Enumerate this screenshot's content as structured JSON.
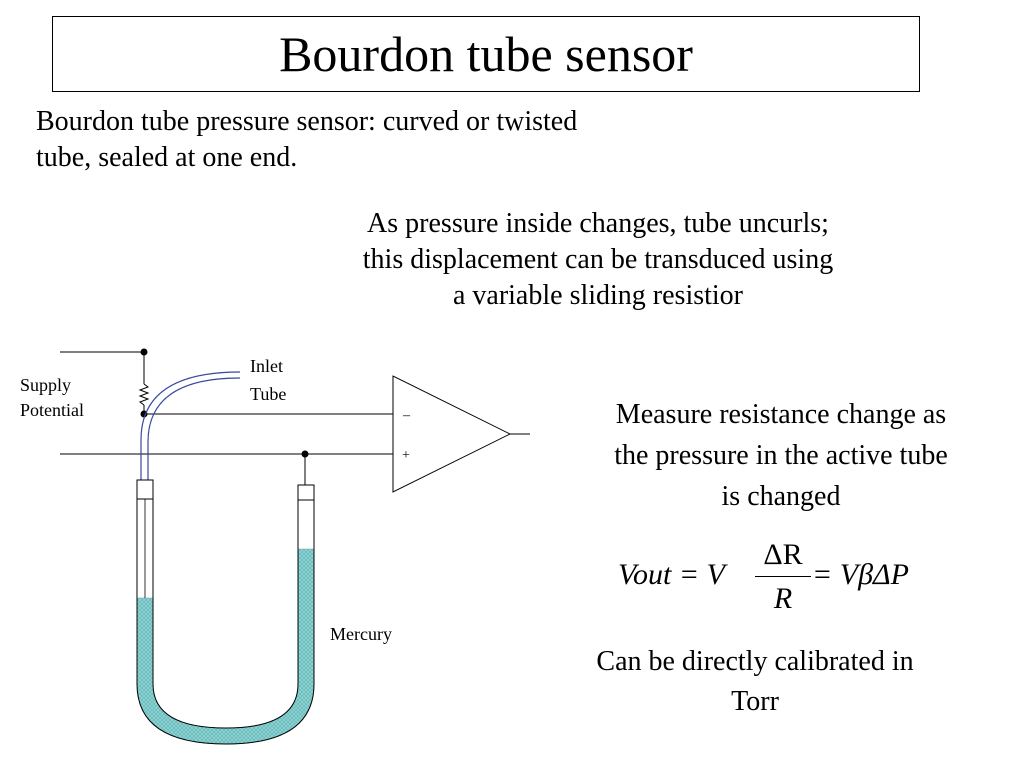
{
  "slide": {
    "title": "Bourdon tube sensor",
    "text1": [
      "Bourdon tube pressure sensor: curved or twisted",
      "tube, sealed at one end."
    ],
    "text2": [
      "As pressure inside changes, tube uncurls;",
      "this displacement can be transduced using",
      "a variable sliding resistior"
    ],
    "text3": [
      "Measure resistance change as",
      "the pressure in the active tube",
      "is changed"
    ],
    "formula": {
      "lhs": "Vout = V",
      "numerator": "ΔR",
      "denominator": "R",
      "rhs": "= VβΔP"
    },
    "text5": [
      "Can be directly calibrated in",
      "Torr"
    ]
  },
  "diagram": {
    "supply_label": [
      "Supply",
      "Potential"
    ],
    "inlet_label": [
      "Inlet",
      "Tube"
    ],
    "mercury_label": "Mercury",
    "minus_sign": "–",
    "plus_sign": "+",
    "mercury_color": "#8ed3d3",
    "wire_color": "#000000",
    "tube_color": "#3a4a9a"
  }
}
